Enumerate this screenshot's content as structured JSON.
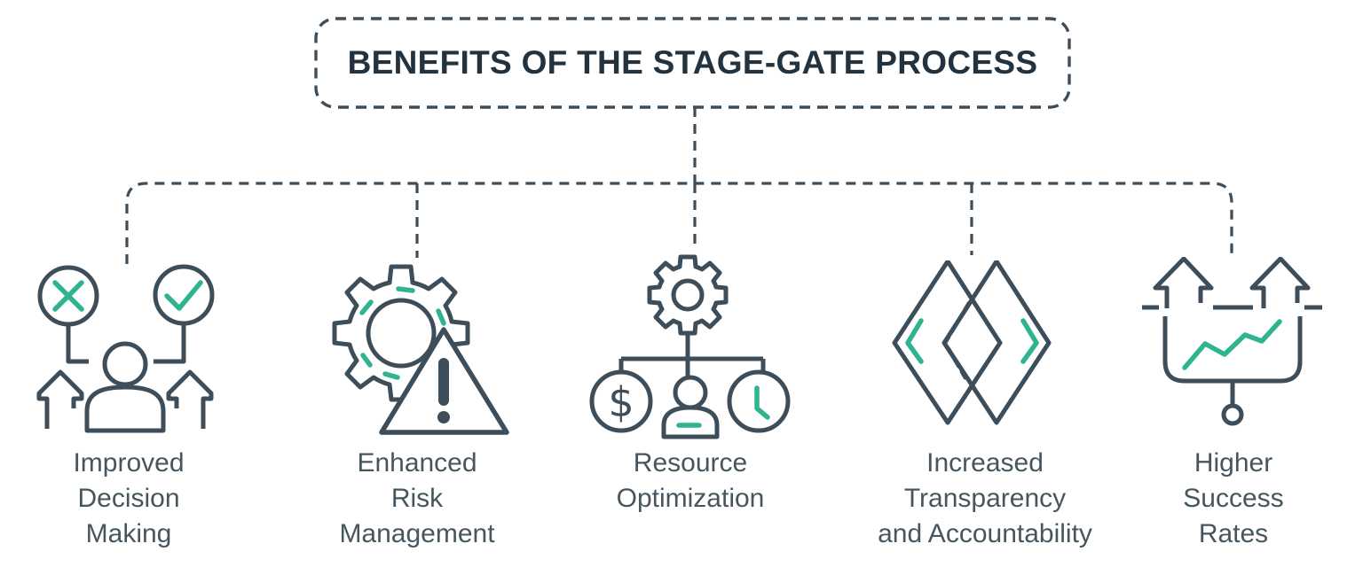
{
  "title": "BENEFITS OF THE STAGE-GATE PROCESS",
  "colors": {
    "slate": "#3D4E5A",
    "green": "#2FB490",
    "title_text": "#22333F",
    "label_text": "#46565F"
  },
  "benefits": [
    {
      "label": "Improved Decision Making",
      "label_lines": [
        "Improved",
        "Decision",
        "Making"
      ],
      "icon": "decision-approve-reject-icon"
    },
    {
      "label": "Enhanced Risk Management",
      "label_lines": [
        "Enhanced",
        "Risk",
        "Management"
      ],
      "icon": "gear-warning-icon"
    },
    {
      "label": "Resource Optimization",
      "label_lines": [
        "Resource",
        "Optimization"
      ],
      "icon": "gear-money-people-time-icon"
    },
    {
      "label": "Increased Transparency and Accountability",
      "label_lines": [
        "Increased",
        "Transparency",
        "and Accountability"
      ],
      "icon": "overlapping-diamonds-icon"
    },
    {
      "label": "Higher Success Rates",
      "label_lines": [
        "Higher",
        "Success",
        "Rates"
      ],
      "icon": "growth-arrows-chart-icon"
    }
  ]
}
